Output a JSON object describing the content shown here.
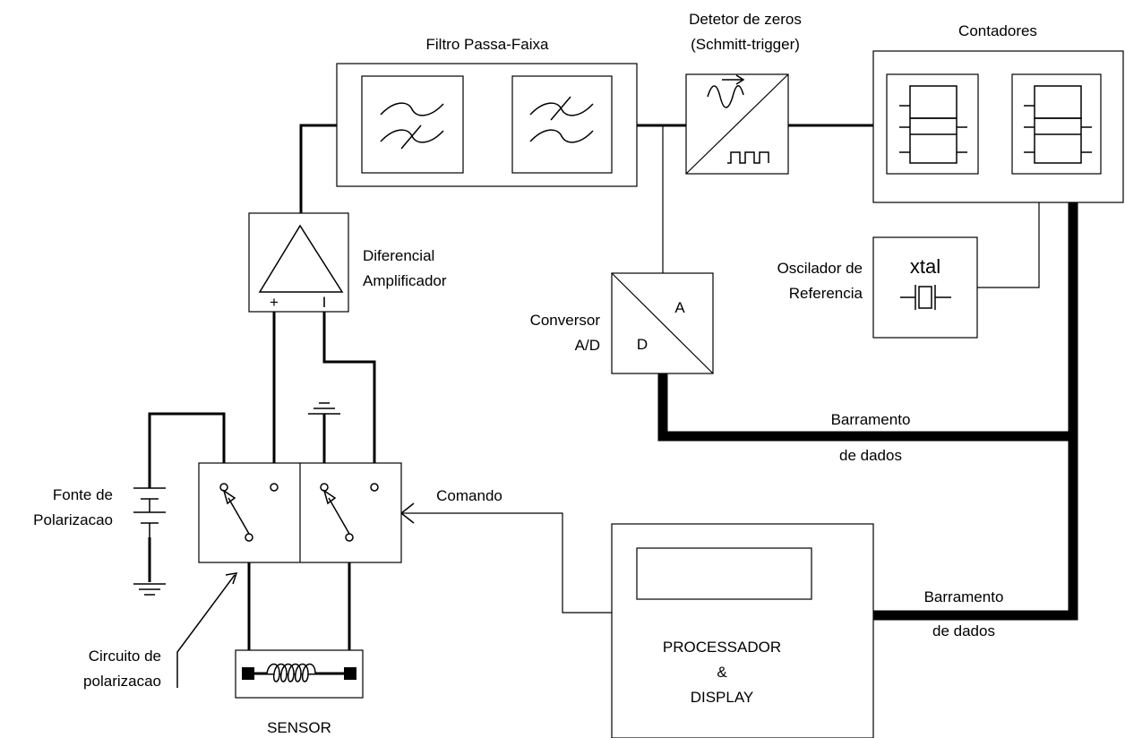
{
  "labels": {
    "band_filter": "Filtro Passa-Faixa",
    "zero_detector_1": "Detetor de zeros",
    "zero_detector_2": "(Schmitt-trigger)",
    "counters": "Contadores",
    "diff_amp_1": "Diferencial",
    "diff_amp_2": "Amplificador",
    "amp_plus": "+",
    "amp_minus": "I",
    "ref_osc_1": "Oscilador de",
    "ref_osc_2": "Referencia",
    "xtal": "xtal",
    "adc_1": "Conversor",
    "adc_2": "A/D",
    "adc_a": "A",
    "adc_d": "D",
    "bus_top_1": "Barramento",
    "bus_top_2": "de dados",
    "bus_bottom_1": "Barramento",
    "bus_bottom_2": "de dados",
    "command": "Comando",
    "source_1": "Fonte de",
    "source_2": "Polarizacao",
    "bias_circuit_1": "Circuito de",
    "bias_circuit_2": "polarizacao",
    "sensor": "SENSOR",
    "processor_1": "PROCESSADOR",
    "processor_2": "&",
    "processor_3": "DISPLAY"
  }
}
